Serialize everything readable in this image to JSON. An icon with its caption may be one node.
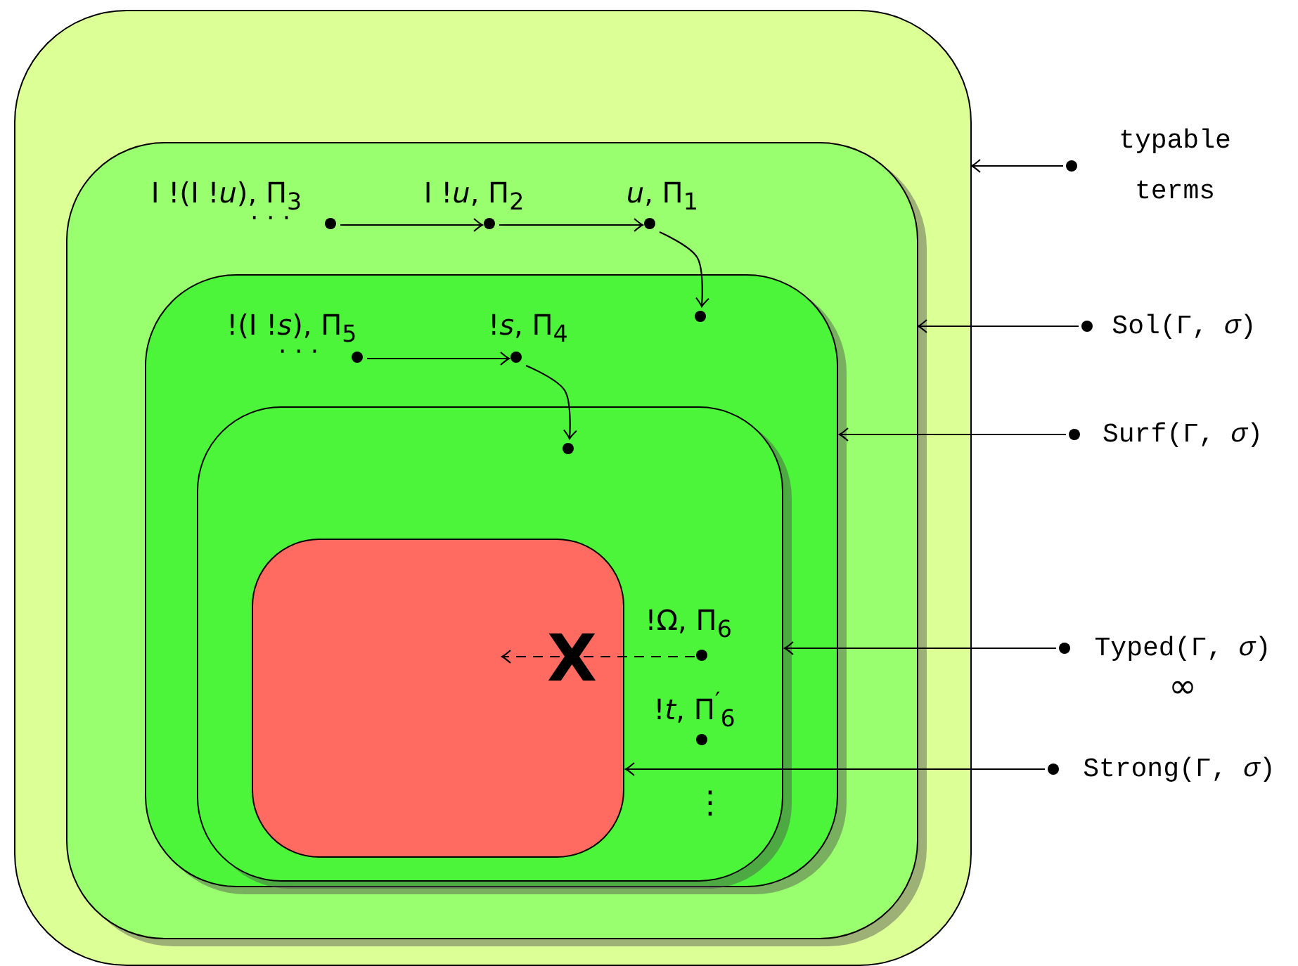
{
  "diagram": {
    "nodes": [
      {
        "text": [],
        "shape": "box"
      },
      {
        "text": [],
        "shape": "box",
        "in": 0
      },
      {
        "text": [],
        "shape": "box",
        "in": 1
      },
      {
        "text": [],
        "shape": "box",
        "in": 2
      },
      {
        "text": [],
        "shape": "box",
        "in": 3
      },
      {
        "text": [
          "I !(I !*u*), Π$_{3}$"
        ],
        "in": 1
      },
      {
        "text": [
          "I !*u*, Π$_{2}$"
        ],
        "in": 1
      },
      {
        "text": [
          "*u*, Π$_{1}$"
        ],
        "in": 1
      },
      {
        "text": [],
        "shape": "circle",
        "in": 2
      },
      {
        "text": [
          "!(I !*s*), Π$_{5}$"
        ],
        "in": 2
      },
      {
        "text": [
          "!*s*, Π$_{4}$"
        ],
        "in": 2
      },
      {
        "text": [],
        "shape": "circle",
        "in": 3
      },
      {
        "text": [
          "!Ω, Π$_{6}$"
        ],
        "in": 3
      },
      {
        "text": [
          "!*t*, Π$^{′}$$_{6}$"
        ],
        "in": 3
      },
      {
        "text": [
          "typable terms"
        ]
      },
      {
        "text": [
          "Sol(Γ, *σ*)"
        ]
      },
      {
        "text": [
          "Surf(Γ, *σ*)"
        ]
      },
      {
        "text": [
          "Typed(Γ, *σ*)"
        ],
        "beside": [
          "∞"
        ]
      },
      {
        "text": [
          "Strong(Γ, *σ*)"
        ]
      }
    ],
    "edges": [
      {
        "from": 5,
        "to": 6,
        "arrow": "to"
      },
      {
        "from": 6,
        "to": 7,
        "arrow": "to"
      },
      {
        "from": 7,
        "to": 8,
        "arrow": "to"
      },
      {
        "from": 9,
        "to": 10,
        "arrow": "to"
      },
      {
        "from": 10,
        "to": 11,
        "arrow": "to"
      },
      {
        "from": 12,
        "to": 4,
        "arrow": "to",
        "label": "X",
        "style": "dashed"
      },
      {
        "from": 14,
        "to": 0,
        "arrow": "to"
      },
      {
        "from": 15,
        "to": 1,
        "arrow": "to"
      },
      {
        "from": 16,
        "to": 2,
        "arrow": "to"
      },
      {
        "from": 17,
        "to": 3,
        "arrow": "to"
      },
      {
        "from": 18,
        "to": 4,
        "arrow": "to"
      }
    ],
    "labels": [
      "· · ·",
      "· · ·",
      "⋮"
    ]
  }
}
